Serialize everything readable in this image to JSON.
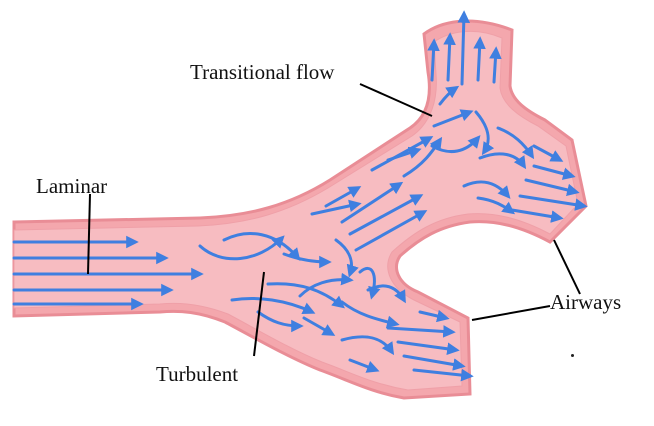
{
  "labels": {
    "laminar": "Laminar",
    "turbulent": "Turbulent",
    "transitional": "Transitional flow",
    "airways": "Airways"
  },
  "colors": {
    "wall": "#f4a7ad",
    "wall_edge": "#e0707a",
    "lumen": "#f7b8bd",
    "arrow": "#3f7fe0",
    "pointer": "#000000"
  }
}
